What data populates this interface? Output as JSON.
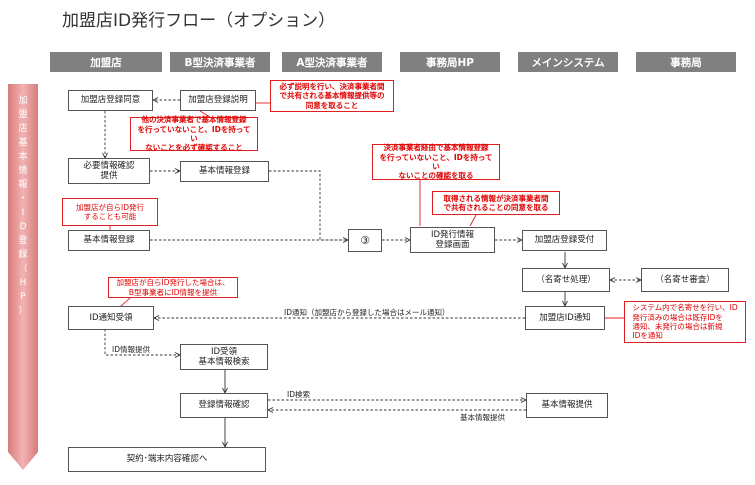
{
  "title": "加盟店ID発行フロー（オプション）",
  "lanes": [
    "加盟店",
    "B型決済事業者",
    "A型決済事業者",
    "事務局HP",
    "メインシステム",
    "事務局"
  ],
  "side_label": [
    "加",
    "盟",
    "店",
    "基",
    "本",
    "情",
    "報",
    "・",
    "I",
    "D",
    "登",
    "録",
    "（",
    "H",
    "P",
    "）"
  ],
  "boxes": {
    "merchant_consent": "加盟店登録同意",
    "b_explain": "加盟店登録説明",
    "required_info": "必要情報確認\n提供",
    "b_basic_register": "基本情報登録",
    "basic_register": "基本情報登録",
    "circle3": "③",
    "id_screen": "ID発行情報\n登録画面",
    "reg_accept": "加盟店登録受付",
    "name_match": "（名寄せ処理）",
    "name_review": "（名寄せ審査）",
    "id_notify": "加盟店ID通知",
    "id_receive": "ID通知受領",
    "id_receipt_search": "ID受領\n基本情報検索",
    "reg_info_check": "登録情報確認",
    "basic_info_provide": "基本情報提供",
    "contract": "契約･端末内容確認へ"
  },
  "notes": {
    "n1": "必ず説明を行い、決済事業者間\nで共有される基本情報提供等の\n同意を取ること",
    "n2": "他の決済事業者で基本情報登録\nを行っていないこと、IDを持ってい\nないことを必ず確認すること",
    "n3": "決済事業者経由で基本情報登録\nを行っていないこと、IDを持ってい\nないことの確認を取る",
    "n4": "取得される情報が決済事業者間\nで共有されることの同意を取る",
    "n5": "加盟店が自らID発行\nすることも可能",
    "n6": "加盟店が自らID発行した場合は、\nB型事業者にID情報を提供",
    "n7": "システム内で名寄せを行い、ID\n発行済みの場合は既存IDを\n通知、未発行の場合は新規\nIDを通知"
  },
  "labels": {
    "id_notify_line": "ID通知（加盟店から登録した場合はメール通知）",
    "id_info_provide": "ID情報提供",
    "id_search": "ID検索",
    "basic_info_provide_line": "基本情報提供"
  }
}
